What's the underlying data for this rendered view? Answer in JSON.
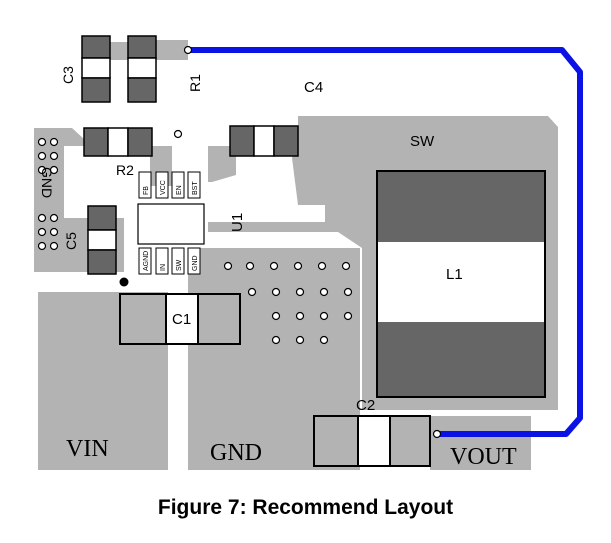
{
  "caption": "Figure 7: Recommend Layout",
  "colors": {
    "copper": "#b3b3b3",
    "pad_dark": "#666666",
    "outline": "#000000",
    "trace": "#0a12e6",
    "via_fill": "#ffffff"
  },
  "labels": {
    "c3": "C3",
    "r1": "R1",
    "c4": "C4",
    "sw": "SW",
    "r2": "R2",
    "gnd_left": "GND",
    "c5": "C5",
    "u1": "U1",
    "l1": "L1",
    "c1": "C1",
    "c2": "C2",
    "vin": "VIN",
    "gnd_bottom": "GND",
    "vout": "VOUT"
  },
  "ic_pins_top": [
    "FB",
    "VCC",
    "EN",
    "BST"
  ],
  "ic_pins_bottom": [
    "AGND",
    "IN",
    "SW",
    "GND"
  ]
}
